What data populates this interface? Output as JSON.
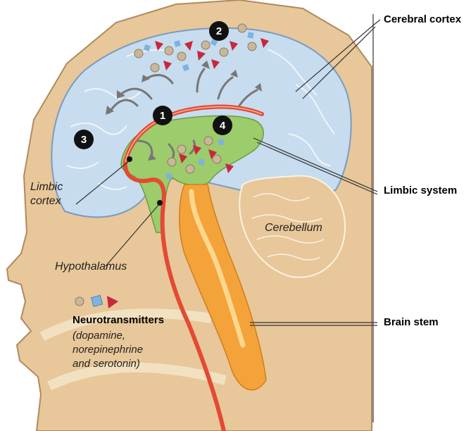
{
  "labels": {
    "cerebral_cortex": "Cerebral cortex",
    "limbic_system": "Limbic system",
    "brain_stem": "Brain stem",
    "limbic_cortex_line1": "Limbic",
    "limbic_cortex_line2": "cortex",
    "hypothalamus": "Hypothalamus",
    "cerebellum": "Cerebellum"
  },
  "legend": {
    "title": "Neurotransmitters",
    "line1": "(dopamine,",
    "line2": "norepinephrine",
    "line3": "and serotonin)"
  },
  "markers": [
    "1",
    "2",
    "3",
    "4"
  ],
  "colors": {
    "skin": "#e8c79a",
    "skin_outline": "#b08a5c",
    "cortex": "#c7dcee",
    "limbic": "#9ccc6b",
    "pathway": "#e34a33",
    "brainstem": "#f4a23a",
    "marker": "#111111",
    "neurotransmitter_ball": "#c9b79a",
    "neurotransmitter_cube": "#7fb2e0",
    "neurotransmitter_triangle": "#c8283c"
  }
}
